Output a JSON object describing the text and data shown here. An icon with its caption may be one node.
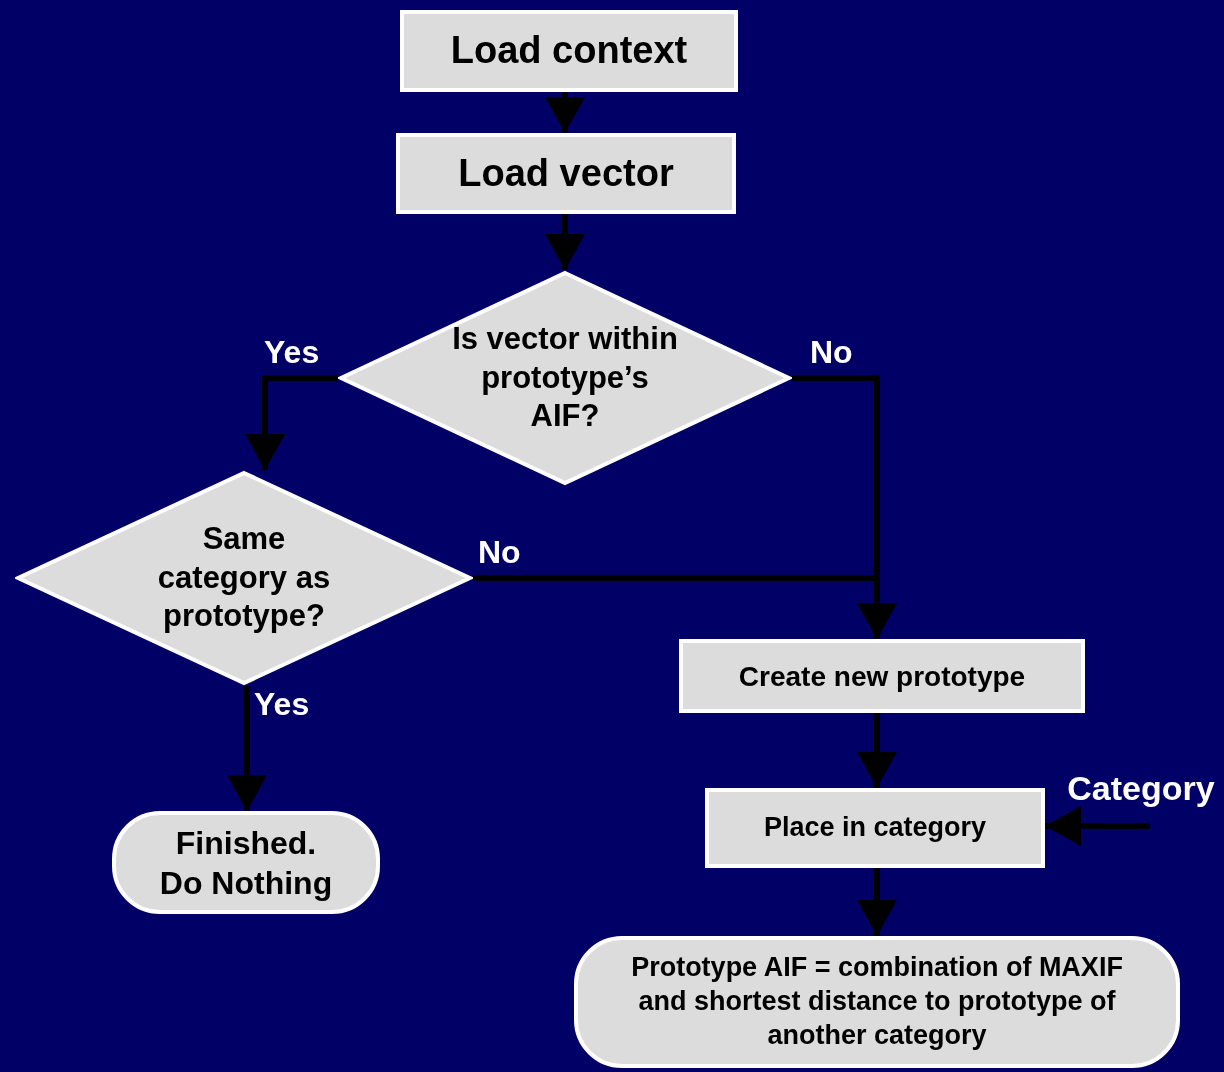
{
  "diagram": {
    "nodes": [
      {
        "text": [
          "Load context"
        ]
      },
      {
        "text": [
          "Load vector"
        ]
      },
      {
        "text": [
          "Is vector within prototype’s AIF?"
        ]
      },
      {
        "text": [
          "Same category as prototype?"
        ]
      },
      {
        "text": [
          "Create new prototype"
        ]
      },
      {
        "text": [
          "Place in category"
        ]
      },
      {
        "text": [
          "Finished.",
          "Do Nothing"
        ]
      },
      {
        "text": [
          "Prototype AIF = combination of MAXIF and shortest distance to prototype of another category"
        ]
      },
      {
        "text": [
          "Category"
        ]
      }
    ],
    "edges": [
      {
        "from": 0,
        "to": 1,
        "arrow": "to"
      },
      {
        "from": 1,
        "to": 2,
        "arrow": "to"
      },
      {
        "from": 2,
        "to": 3,
        "arrow": "to",
        "label": "Yes"
      },
      {
        "from": 2,
        "to": 4,
        "arrow": "to",
        "label": "No"
      },
      {
        "from": 3,
        "to": 4,
        "arrow": "to",
        "label": "No"
      },
      {
        "from": 3,
        "to": 6,
        "arrow": "to",
        "label": "Yes"
      },
      {
        "from": 4,
        "to": 5,
        "arrow": "to"
      },
      {
        "from": 5,
        "to": 7,
        "arrow": "to"
      },
      {
        "from": 8,
        "to": 5,
        "arrow": "to"
      }
    ]
  }
}
